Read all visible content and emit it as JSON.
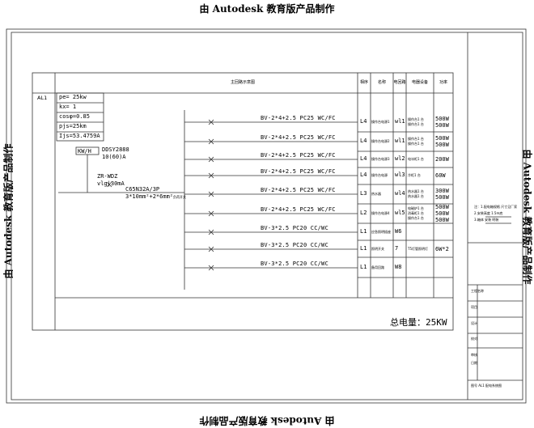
{
  "watermark": "由 Autodesk 教育版产品制作",
  "table": {
    "header_main": "主回路示意图",
    "header_phase": "相序",
    "header_name": "名称",
    "header_circuit": "电回路",
    "header_equipment": "电器设备",
    "header_power": "功率"
  },
  "panel_id": "AL1",
  "params": [
    "pe= 25kw",
    "kx= 1",
    "cosφ=0.85",
    "pjs=25km",
    "Ijs=53.4759A"
  ],
  "meter_box": "KW/H",
  "meter_model": "DDSY2888",
  "meter_rating": "10(60)A",
  "incoming_cable": "ZR-WDZ",
  "rcd_label": "vlg|30mA",
  "main_breaker": "C65N32A/3P",
  "main_spec": "3*10mm²+2*6mm²",
  "main_spec_suffix": "负荷开关",
  "circuits": [
    {
      "cable": "BV-2*4+2.5  PC25  WC/FC",
      "phase": "L4",
      "name": "操作台电源1",
      "circuit": "wl1",
      "equipment": [
        "操作台1 台",
        "操作台1 台"
      ],
      "power": [
        "500W",
        "500W"
      ]
    },
    {
      "cable": "BV-2*4+2.5  PC25  WC/FC",
      "phase": "L4",
      "name": "操作台电源2",
      "circuit": "wl1",
      "equipment": [
        "操作台1 台",
        "操作台1 台"
      ],
      "power": [
        "500W",
        "500W"
      ]
    },
    {
      "cable": "BV-2*4+2.5  PC25  WC/FC",
      "phase": "L4",
      "name": "操作台电源3",
      "circuit": "wl2",
      "equipment": [
        "电冰柜1 台"
      ],
      "power": [
        "200W"
      ]
    },
    {
      "cable": "BV-2*4+2.5  PC25  WC/FC",
      "phase": "L4",
      "name": "操作台电源",
      "circuit": "wl3",
      "equipment": [
        "冷柜1 台"
      ],
      "power": [
        "60W"
      ]
    },
    {
      "cable": "BV-2*4+2.5  PC25  WC/FC",
      "phase": "L3",
      "name": "热水器",
      "circuit": "wl4",
      "equipment": [
        "热水器1 台",
        "热水器1 台"
      ],
      "power": [
        "300W",
        "500W"
      ]
    },
    {
      "cable": "BV-2*4+2.5  PC25  WC/FC",
      "phase": "L2",
      "name": "操作台电源4",
      "circuit": "wl5",
      "equipment": [
        "电磁炉1 台",
        "消毒柜1 台",
        "操作台1 台"
      ],
      "power": [
        "500W",
        "500W",
        "500W"
      ]
    },
    {
      "cable": "BV-3*2.5  PC20  CC/WC",
      "phase": "L1",
      "name": "应急照明插座",
      "circuit": "W6",
      "equipment": [],
      "power": []
    },
    {
      "cable": "BV-3*2.5  PC20  CC/WC",
      "phase": "L1",
      "name": "照明开关",
      "circuit": "7",
      "equipment": [
        "T5灯管照明灯"
      ],
      "power": [
        "6W*2"
      ]
    },
    {
      "cable": "BV-3*2.5  PC20  CC/WC",
      "phase": "L1",
      "name": "备用回路",
      "circuit": "W8",
      "equipment": [],
      "power": []
    }
  ],
  "total_power": "总电量：25KW",
  "right_notes": [
    "注：1.配电箱规格 尺寸见厂家",
    "2.安装高度 1.5m底",
    "3.箱体 安装  明装"
  ],
  "title_block": [
    "工程名称",
    "项目",
    "设计",
    "校对",
    "审核",
    "日期",
    "图号 AL1 配电系统图"
  ]
}
